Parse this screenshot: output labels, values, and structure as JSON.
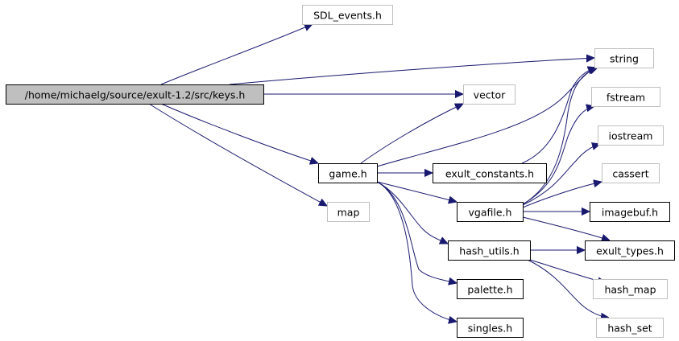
{
  "diagram": {
    "type": "include-dependency-graph",
    "colors": {
      "edge": "#191970",
      "root_fill": "#bfbfbf",
      "documented_border": "#000000",
      "external_border": "#bfbfbf"
    },
    "nodes": [
      {
        "id": "keys",
        "label": "/home/michaelg/source/exult-1.2/src/keys.h",
        "kind": "root"
      },
      {
        "id": "sdl",
        "label": "SDL_events.h",
        "kind": "ext"
      },
      {
        "id": "string",
        "label": "string",
        "kind": "ext"
      },
      {
        "id": "vector",
        "label": "vector",
        "kind": "ext"
      },
      {
        "id": "game",
        "label": "game.h",
        "kind": "doc"
      },
      {
        "id": "map",
        "label": "map",
        "kind": "ext"
      },
      {
        "id": "exconst",
        "label": "exult_constants.h",
        "kind": "doc"
      },
      {
        "id": "vgafile",
        "label": "vgafile.h",
        "kind": "doc"
      },
      {
        "id": "hashutils",
        "label": "hash_utils.h",
        "kind": "doc"
      },
      {
        "id": "palette",
        "label": "palette.h",
        "kind": "doc"
      },
      {
        "id": "singles",
        "label": "singles.h",
        "kind": "doc"
      },
      {
        "id": "fstream",
        "label": "fstream",
        "kind": "ext"
      },
      {
        "id": "iostream",
        "label": "iostream",
        "kind": "ext"
      },
      {
        "id": "cassert",
        "label": "cassert",
        "kind": "ext"
      },
      {
        "id": "imagebuf",
        "label": "imagebuf.h",
        "kind": "doc"
      },
      {
        "id": "extypes",
        "label": "exult_types.h",
        "kind": "doc"
      },
      {
        "id": "hashmap",
        "label": "hash_map",
        "kind": "ext"
      },
      {
        "id": "hashset",
        "label": "hash_set",
        "kind": "ext"
      }
    ],
    "edges": [
      {
        "from": "keys",
        "to": "sdl"
      },
      {
        "from": "keys",
        "to": "string"
      },
      {
        "from": "keys",
        "to": "vector"
      },
      {
        "from": "keys",
        "to": "game"
      },
      {
        "from": "keys",
        "to": "map"
      },
      {
        "from": "game",
        "to": "vector"
      },
      {
        "from": "game",
        "to": "string"
      },
      {
        "from": "game",
        "to": "exconst"
      },
      {
        "from": "game",
        "to": "vgafile"
      },
      {
        "from": "game",
        "to": "hashutils"
      },
      {
        "from": "game",
        "to": "palette"
      },
      {
        "from": "game",
        "to": "singles"
      },
      {
        "from": "exconst",
        "to": "string"
      },
      {
        "from": "vgafile",
        "to": "string"
      },
      {
        "from": "vgafile",
        "to": "fstream"
      },
      {
        "from": "vgafile",
        "to": "iostream"
      },
      {
        "from": "vgafile",
        "to": "cassert"
      },
      {
        "from": "vgafile",
        "to": "imagebuf"
      },
      {
        "from": "vgafile",
        "to": "extypes"
      },
      {
        "from": "hashutils",
        "to": "extypes"
      },
      {
        "from": "hashutils",
        "to": "hashmap"
      },
      {
        "from": "hashutils",
        "to": "hashset"
      }
    ]
  }
}
